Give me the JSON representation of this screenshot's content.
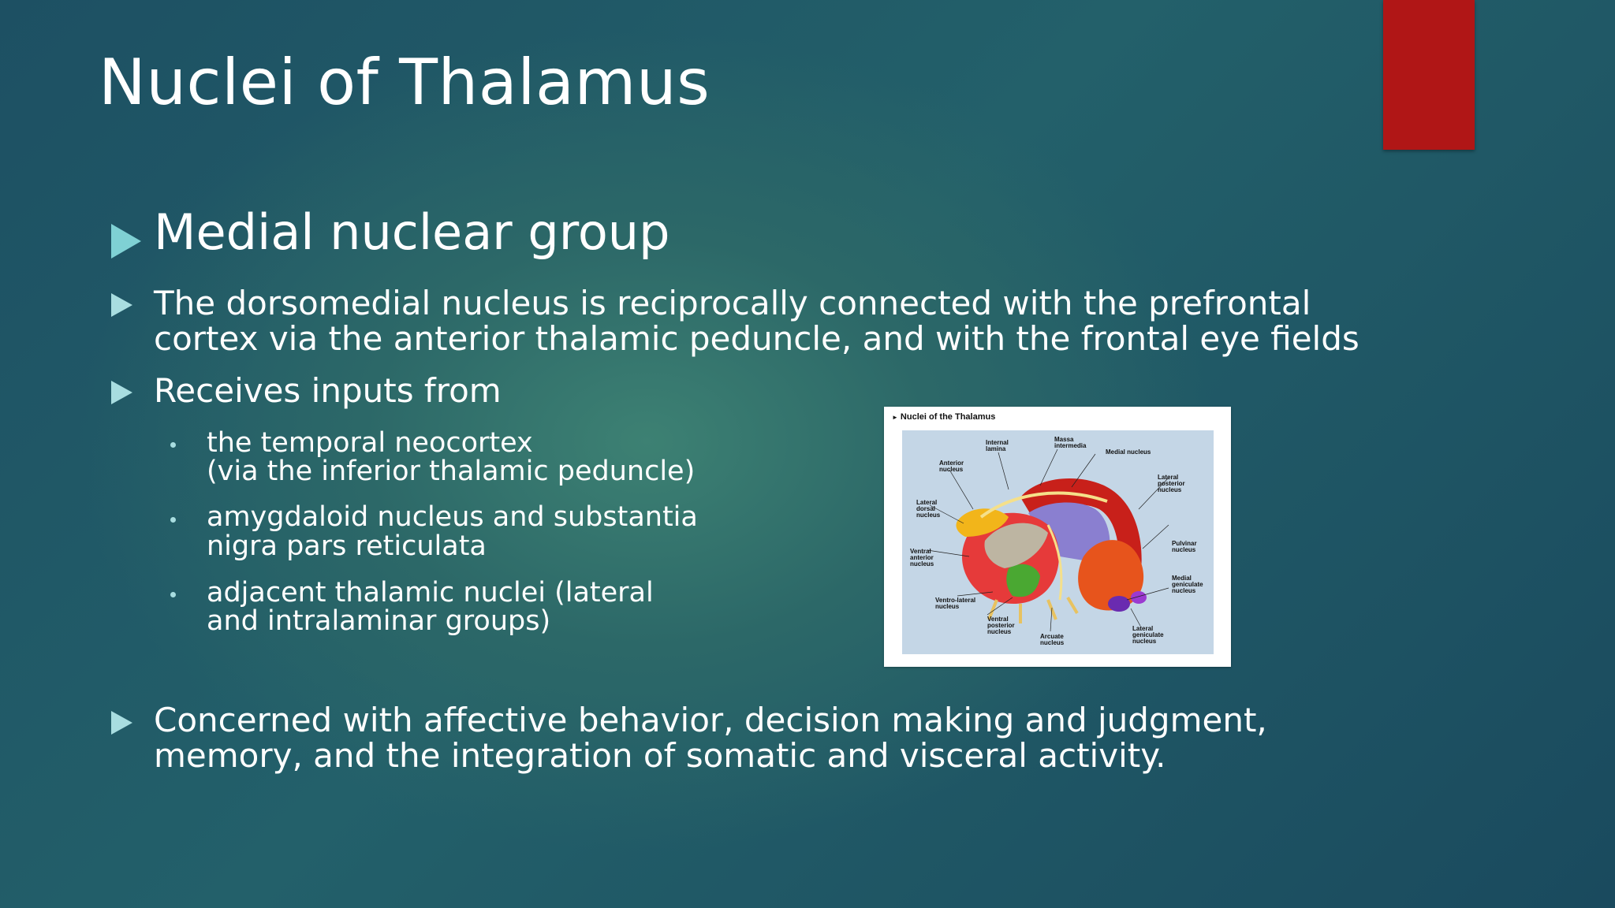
{
  "slide": {
    "title": "Nuclei of Thalamus",
    "heading": "Medial nuclear group",
    "bullet1_lines": [
      "The dorsomedial nucleus is reciprocally connected with the prefrontal",
      "cortex via the anterior thalamic peduncle, and with the frontal eye fields"
    ],
    "bullet2": "Receives inputs from",
    "sub_bullets": [
      {
        "lines": [
          "the temporal neocortex",
          "(via the inferior thalamic peduncle)"
        ]
      },
      {
        "lines": [
          "amygdaloid nucleus and substantia",
          "nigra pars reticulata"
        ]
      },
      {
        "lines": [
          "adjacent thalamic nuclei (lateral",
          "and intralaminar groups)"
        ]
      }
    ],
    "bullet3_lines": [
      "Concerned with affective behavior, decision making and judgment,",
      "memory, and the integration of somatic and visceral activity."
    ]
  },
  "figure": {
    "caption": "Nuclei of the Thalamus",
    "labels": {
      "internal_lamina": "Internal\nlamina",
      "massa_intermedia": "Massa\nintermedia",
      "medial_nucleus": "Medial nucleus",
      "anterior_nucleus": "Anterior\nnucleus",
      "lateral_posterior": "Lateral\nposterior\nnucleus",
      "lateral_dorsal": "Lateral\ndorsal\nnucleus",
      "pulvinar": "Pulvinar\nnucleus",
      "ventral_anterior": "Ventral\nanterior\nnucleus",
      "medial_geniculate": "Medial\ngeniculate\nnucleus",
      "ventro_lateral": "Ventro-lateral\nnucleus",
      "ventral_posterior": "Ventral\nposterior\nnucleus",
      "arcuate": "Arcuate\nnucleus",
      "lateral_geniculate": "Lateral\ngeniculate\nnucleus"
    }
  },
  "colors": {
    "background": "#23606a",
    "accent_bar": "#b01616",
    "bullet_arrow": "#7fd1d4",
    "text": "#ffffff"
  },
  "icons": {
    "bullet": "triangle-right-icon",
    "sub_bullet": "dot-icon"
  }
}
